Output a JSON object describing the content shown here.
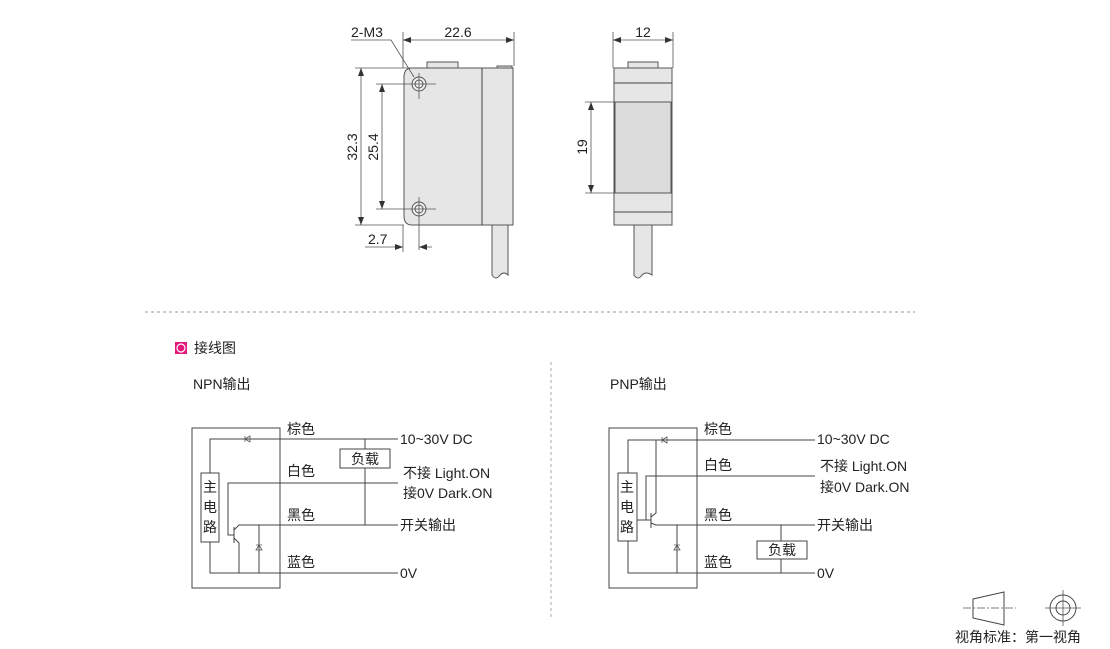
{
  "dimensions": {
    "front": {
      "thread": "2-M3",
      "width": "22.6",
      "height": "32.3",
      "hole_pitch": "25.4",
      "hole_offset": "2.7"
    },
    "side": {
      "width": "12",
      "window_height": "19"
    }
  },
  "wiring": {
    "section_title": "接线图",
    "accent_color": "#e4177b",
    "npn": {
      "title": "NPN输出",
      "main_circuit": [
        "主",
        "电",
        "路"
      ],
      "load": "负载",
      "wires": {
        "brown": "棕色",
        "white": "白色",
        "black": "黑色",
        "blue": "蓝色"
      },
      "terminals": {
        "power": "10~30V DC",
        "light_on": "不接 Light.ON",
        "dark_on": "接0V Dark.ON",
        "output": "开关输出",
        "ground": "0V"
      }
    },
    "pnp": {
      "title": "PNP输出",
      "main_circuit": [
        "主",
        "电",
        "路"
      ],
      "load": "负载",
      "wires": {
        "brown": "棕色",
        "white": "白色",
        "black": "黑色",
        "blue": "蓝色"
      },
      "terminals": {
        "power": "10~30V DC",
        "light_on": "不接 Light.ON",
        "dark_on": "接0V Dark.ON",
        "output": "开关输出",
        "ground": "0V"
      }
    }
  },
  "projection": {
    "label": "视角标准：第一视角"
  }
}
